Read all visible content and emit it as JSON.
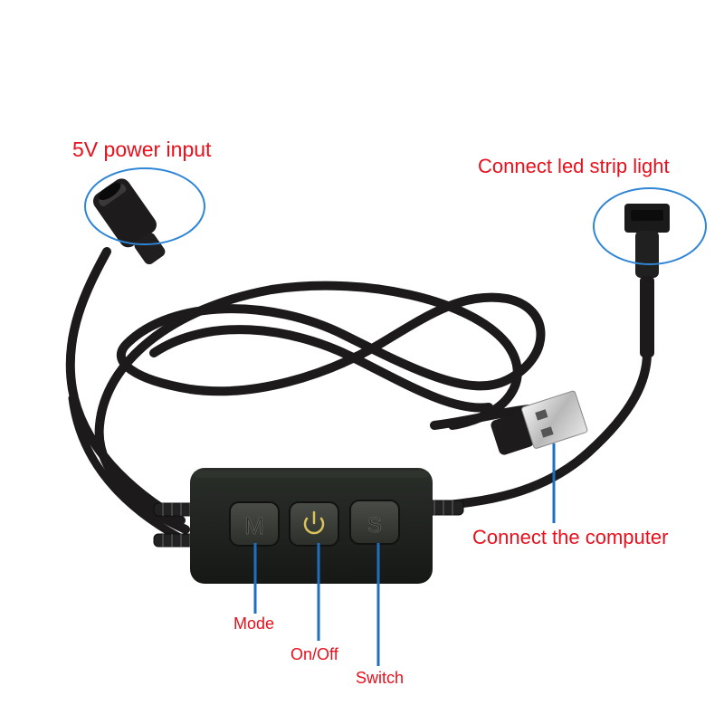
{
  "labels": {
    "power_input": "5V power input",
    "led_strip": "Connect led strip light",
    "computer": "Connect the computer",
    "mode": "Mode",
    "on_off": "On/Off",
    "switch": "Switch"
  },
  "buttons": {
    "mode_glyph": "M",
    "switch_glyph": "S"
  },
  "colors": {
    "label_text": "#e8101c",
    "pointer_line": "#1f6fbf",
    "highlight_ellipse": "#2f86d6",
    "cable": "#1c1a1a",
    "controller_body": "#1e221e",
    "button_face": "#3a3d38",
    "power_icon": "#d8c25a"
  }
}
